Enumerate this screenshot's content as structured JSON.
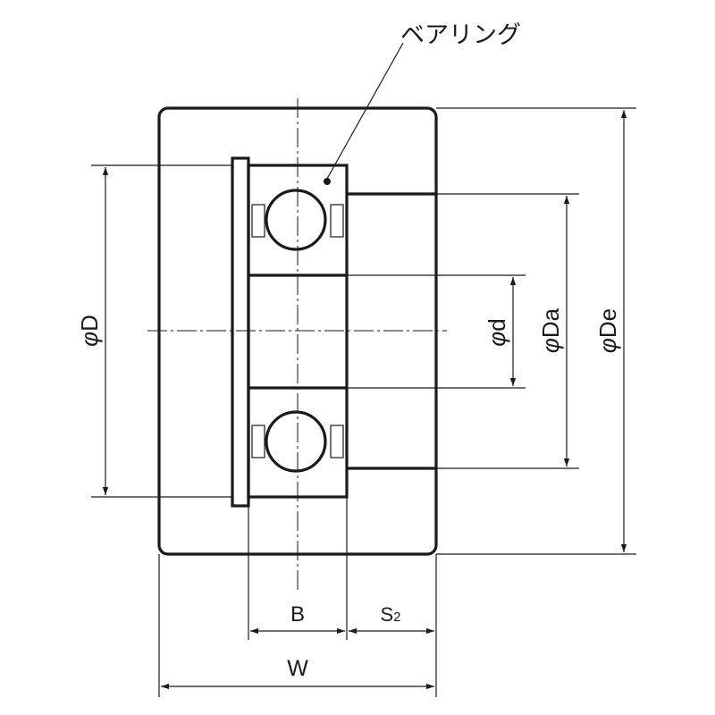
{
  "diagram": {
    "callout_label": "ベアリング",
    "dimensions": {
      "D": "D",
      "d": "d",
      "Da": "Da",
      "De": "De",
      "B": "B",
      "S2_main": "S",
      "S2_sub": "2",
      "W": "W"
    },
    "diameter_symbol": "φ",
    "line_color": "#1a1a1a"
  }
}
